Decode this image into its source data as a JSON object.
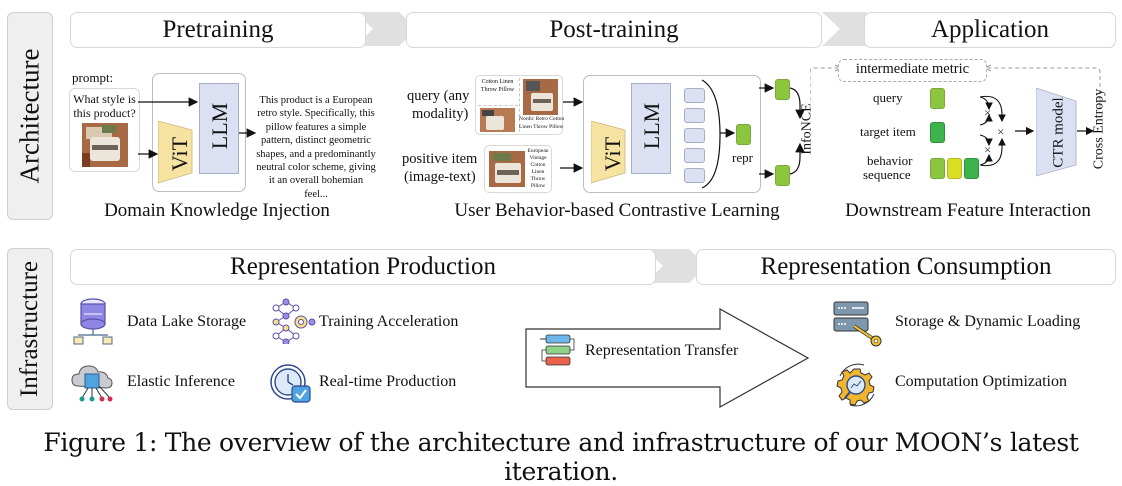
{
  "sections": {
    "architecture_label": "Architecture",
    "infrastructure_label": "Infrastructure"
  },
  "architecture": {
    "stages": [
      "Pretraining",
      "Post-training",
      "Application"
    ],
    "pretraining": {
      "prompt_label": "prompt:",
      "prompt_text_line1": "What style is",
      "prompt_text_line2": "this product?",
      "vit_label": "ViT",
      "llm_label": "LLM",
      "output_lines": [
        "This product is a European",
        "retro style. Specifically, this",
        "pillow features a simple",
        "pattern, distinct geometric",
        "shapes, and a predominantly",
        "neutral color scheme, giving",
        "it an overall bohemian feel..."
      ],
      "caption": "Domain Knowledge Injection"
    },
    "post_training": {
      "query_label_line1": "query (any",
      "query_label_line2": "modality)",
      "positive_label_line1": "positive item",
      "positive_label_line2": "(image-text)",
      "query_card_text1_line1": "Cotton Linen",
      "query_card_text1_line2": "Throw Pillow",
      "query_card_text2_line1": "Nordic Retro Cotton",
      "query_card_text2_line2": "Linen Throw Pillow",
      "positive_card_text": [
        "European",
        "Vintage",
        "Cotton",
        "Linen",
        "Throw",
        "Pillow"
      ],
      "vit_label": "ViT",
      "llm_label": "LLM",
      "token_count": 5,
      "repr_label": "repr",
      "loss_label": "InfoNCE",
      "caption": "User Behavior-based Contrastive Learning"
    },
    "application": {
      "feedback_label": "intermediate metric",
      "rows": [
        {
          "label": "query",
          "colors": [
            "#8cc63f"
          ]
        },
        {
          "label": "target item",
          "colors": [
            "#3cb44b"
          ]
        },
        {
          "label_line1": "behavior",
          "label_line2": "sequence",
          "colors": [
            "#8cc63f",
            "#d9df23",
            "#3cb44b"
          ]
        }
      ],
      "cross_symbol": "×",
      "model_label": "CTR model",
      "loss_label": "Cross Entropy",
      "caption": "Downstream Feature Interaction"
    }
  },
  "infrastructure": {
    "stages": [
      "Representation Production",
      "Representation Consumption"
    ],
    "production_items": [
      {
        "icon": "data-lake-storage-icon",
        "label": "Data Lake Storage"
      },
      {
        "icon": "training-acceleration-icon",
        "label": "Training Acceleration"
      },
      {
        "icon": "elastic-inference-icon",
        "label": "Elastic Inference"
      },
      {
        "icon": "real-time-production-icon",
        "label": "Real-time Production"
      }
    ],
    "transfer_label": "Representation Transfer",
    "consumption_items": [
      {
        "icon": "storage-dynamic-loading-icon",
        "label": "Storage & Dynamic Loading"
      },
      {
        "icon": "computation-optimization-icon",
        "label": "Computation Optimization"
      }
    ]
  },
  "colors": {
    "vit": "#f7e3a1",
    "llm": "#dbe1f2",
    "green_light": "#8cc63f",
    "green_dark": "#3cb44b",
    "yellow": "#d9df23"
  },
  "figure_caption": "Figure 1: The overview of the architecture and infrastructure of our MOON’s latest iteration."
}
